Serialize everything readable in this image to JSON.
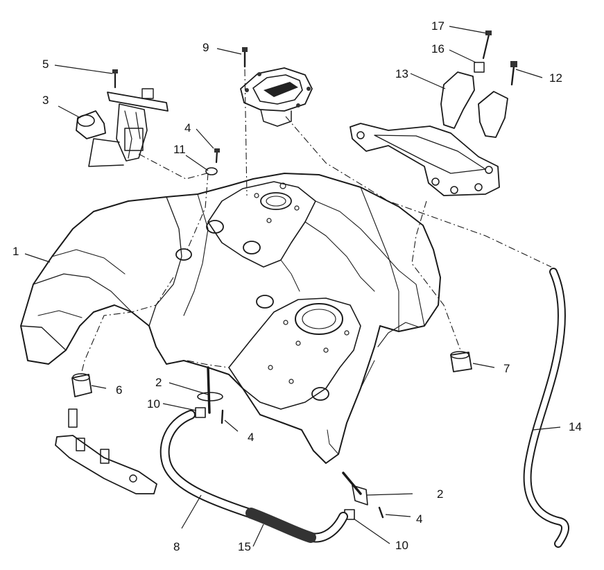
{
  "diagram": {
    "callouts": [
      {
        "id": "c1",
        "label": "1"
      },
      {
        "id": "c2a",
        "label": "2"
      },
      {
        "id": "c2b",
        "label": "2"
      },
      {
        "id": "c3",
        "label": "3"
      },
      {
        "id": "c4a",
        "label": "4"
      },
      {
        "id": "c4b",
        "label": "4"
      },
      {
        "id": "c4c",
        "label": "4"
      },
      {
        "id": "c5",
        "label": "5"
      },
      {
        "id": "c6",
        "label": "6"
      },
      {
        "id": "c7",
        "label": "7"
      },
      {
        "id": "c8",
        "label": "8"
      },
      {
        "id": "c9",
        "label": "9"
      },
      {
        "id": "c10a",
        "label": "10"
      },
      {
        "id": "c10b",
        "label": "10"
      },
      {
        "id": "c11",
        "label": "11"
      },
      {
        "id": "c12",
        "label": "12"
      },
      {
        "id": "c13",
        "label": "13"
      },
      {
        "id": "c14",
        "label": "14"
      },
      {
        "id": "c15",
        "label": "15"
      },
      {
        "id": "c16",
        "label": "16"
      },
      {
        "id": "c17",
        "label": "17"
      }
    ]
  }
}
